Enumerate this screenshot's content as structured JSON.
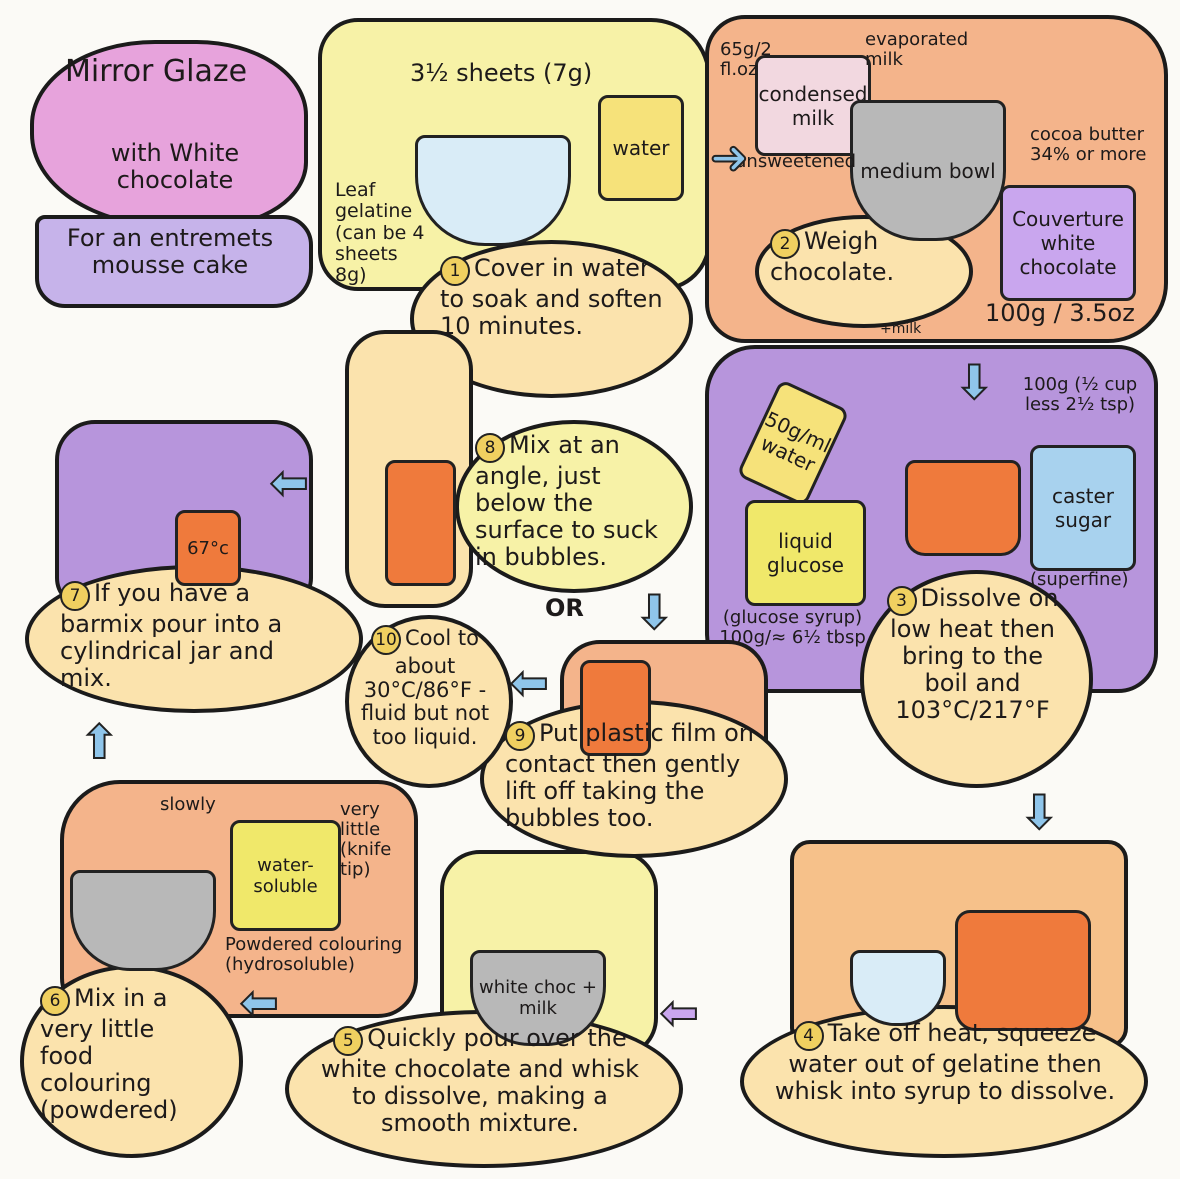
{
  "title": {
    "line1": "Mirror Glaze",
    "line2": "with White chocolate",
    "subtitle": "For an entremets mousse cake"
  },
  "step1": {
    "amount": "3½ sheets (7g)",
    "gelatine": "Leaf gelatine (can be 4 sheets 8g)",
    "water": "water",
    "num": "1",
    "text": "Cover in water to soak and soften 10 minutes."
  },
  "step2": {
    "measure": "65g/2 fl.oz",
    "condensed": "condensed milk",
    "evaporated": "evaporated milk",
    "unsweetened": "unsweetened",
    "bowl": "medium bowl",
    "cocoa": "cocoa butter 34% or more",
    "chocolate": "Couverture white chocolate",
    "num": "2",
    "text": "Weigh chocolate.",
    "milk": "+milk",
    "weight": "100g / 3.5oz"
  },
  "step3": {
    "water": "50g/ml water",
    "sugar_amount": "100g (½ cup less 2½ tsp)",
    "sugar": "caster sugar",
    "superfine": "(superfine)",
    "glucose": "liquid glucose",
    "glucose_note": "(glucose syrup) 100g/≈ 6½ tbsp",
    "num": "3",
    "text": "Dissolve on low heat then bring to the boil and 103°C/217°F"
  },
  "step4": {
    "num": "4",
    "text": "Take off heat, squeeze water out of gelatine then whisk into syrup to dissolve."
  },
  "step5": {
    "bowl": "white choc + milk",
    "num": "5",
    "text": "Quickly pour over the white chocolate and whisk to dissolve, making a smooth mixture."
  },
  "step6": {
    "slowly": "slowly",
    "little": "very little (knife tip)",
    "jar": "water-soluble",
    "colouring": "Powdered colouring (hydrosoluble)",
    "num": "6",
    "text": "Mix in a very little food colouring (powdered)"
  },
  "step7": {
    "jar": "67°c",
    "num": "7",
    "text": "If you have a barmix pour into a cylindrical jar and mix."
  },
  "step8": {
    "num": "8",
    "text": "Mix at an angle, just below the surface to suck in bubbles."
  },
  "or": "OR",
  "step9": {
    "num": "9",
    "text": "Put plastic film on contact then gently lift off taking the bubbles too."
  },
  "step10": {
    "num": "10",
    "text": "Cool to about 30°C/86°F - fluid but not too liquid."
  }
}
